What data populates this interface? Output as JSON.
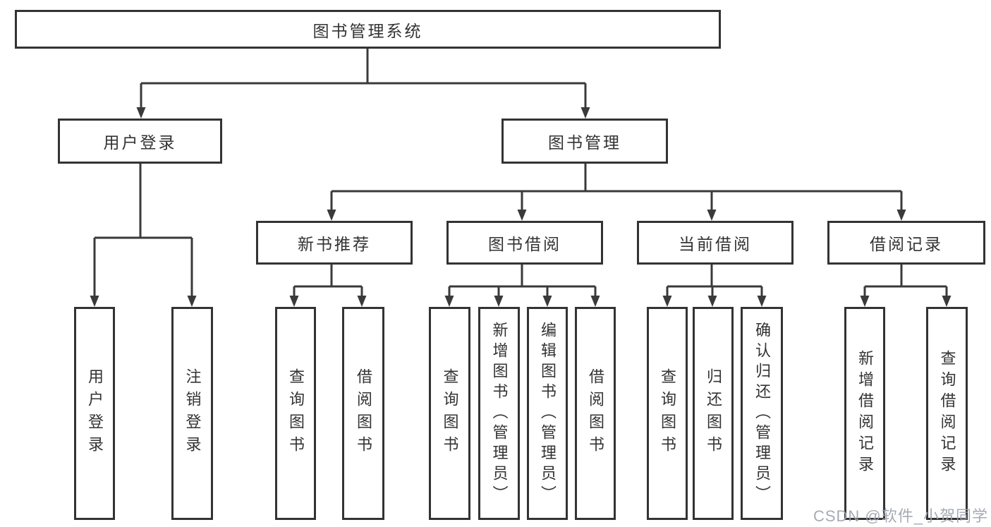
{
  "diagram": {
    "tree": {
      "label": "图书管理系统",
      "children": [
        {
          "label": "用户登录",
          "children": [
            {
              "label": "用户登录"
            },
            {
              "label": "注销登录"
            }
          ]
        },
        {
          "label": "图书管理",
          "children": [
            {
              "label": "新书推荐",
              "children": [
                {
                  "label": "查询图书"
                },
                {
                  "label": "借阅图书"
                }
              ]
            },
            {
              "label": "图书借阅",
              "children": [
                {
                  "label": "查询图书"
                },
                {
                  "label": "新增图书（管理员）"
                },
                {
                  "label": "编辑图书（管理员）"
                },
                {
                  "label": "借阅图书"
                }
              ]
            },
            {
              "label": "当前借阅",
              "children": [
                {
                  "label": "查询图书"
                },
                {
                  "label": "归还图书"
                },
                {
                  "label": "确认归还（管理员）"
                }
              ]
            },
            {
              "label": "借阅记录",
              "children": [
                {
                  "label": "新增借阅记录"
                },
                {
                  "label": "查询借阅记录"
                }
              ]
            }
          ]
        }
      ]
    },
    "colors": {
      "box_border": "#333333",
      "connector_line": "#3a3a3a",
      "text": "#333333"
    }
  },
  "watermark": {
    "text": "CSDN @软件_小贺同学",
    "color": "#9ca3ae"
  }
}
